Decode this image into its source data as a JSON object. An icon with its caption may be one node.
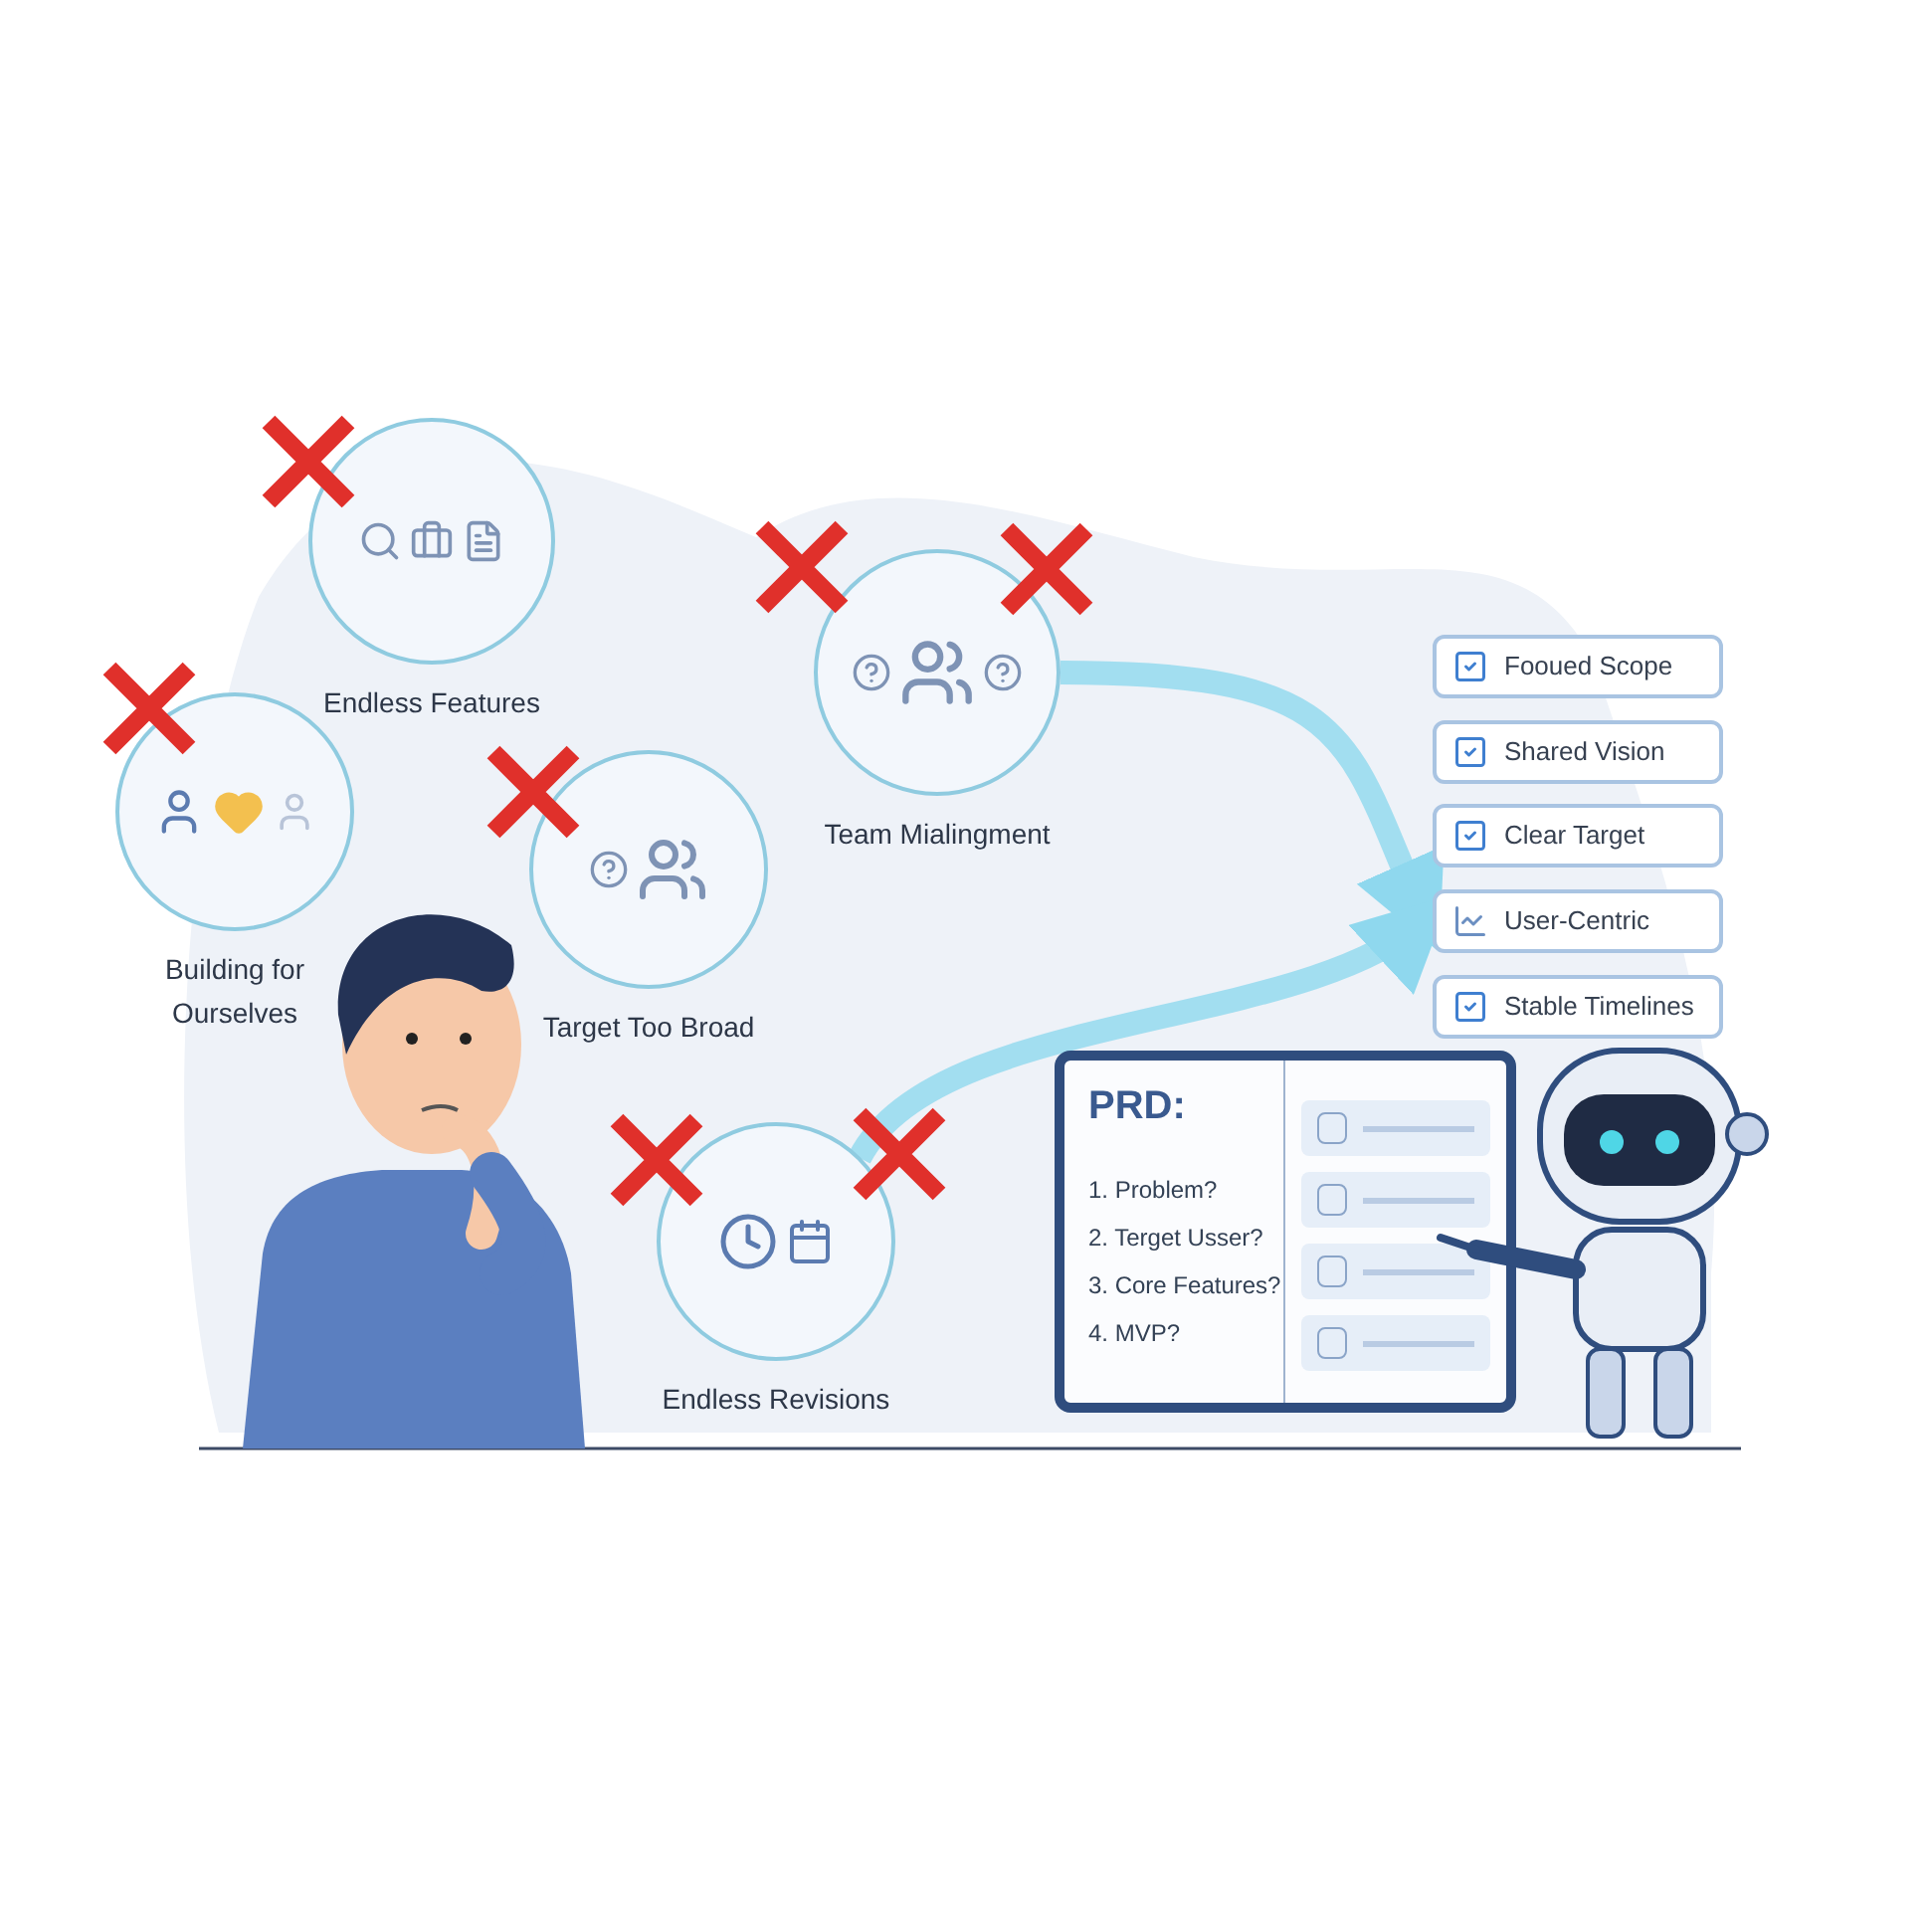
{
  "diagram": {
    "nodes": [
      {
        "text": [
          "Endless Features"
        ]
      },
      {
        "text": [
          "Building for Ourselves"
        ]
      },
      {
        "text": [
          "Target Too Broad"
        ]
      },
      {
        "text": [
          "Team Mialingment"
        ]
      },
      {
        "text": [
          "Endless Revisions"
        ]
      },
      {
        "text": [
          "PRD:",
          "1. Problem?",
          "2. Terget Usser?",
          "3. Core Features?",
          "4. MVP?"
        ]
      },
      {
        "text": [
          "Fooued Scope"
        ]
      },
      {
        "text": [
          "Shared Vision"
        ]
      },
      {
        "text": [
          "Clear Target"
        ]
      },
      {
        "text": [
          "User-Centric"
        ]
      },
      {
        "text": [
          "Stable Timelines"
        ]
      },
      {
        "text": [],
        "shape": "person"
      },
      {
        "text": [],
        "shape": "picture"
      }
    ],
    "edges": [
      {
        "from": 3,
        "to": 9,
        "arrow": "to",
        "color": "#8fd8ee"
      },
      {
        "from": 4,
        "to": 9,
        "arrow": "to",
        "color": "#8fd8ee"
      }
    ]
  }
}
